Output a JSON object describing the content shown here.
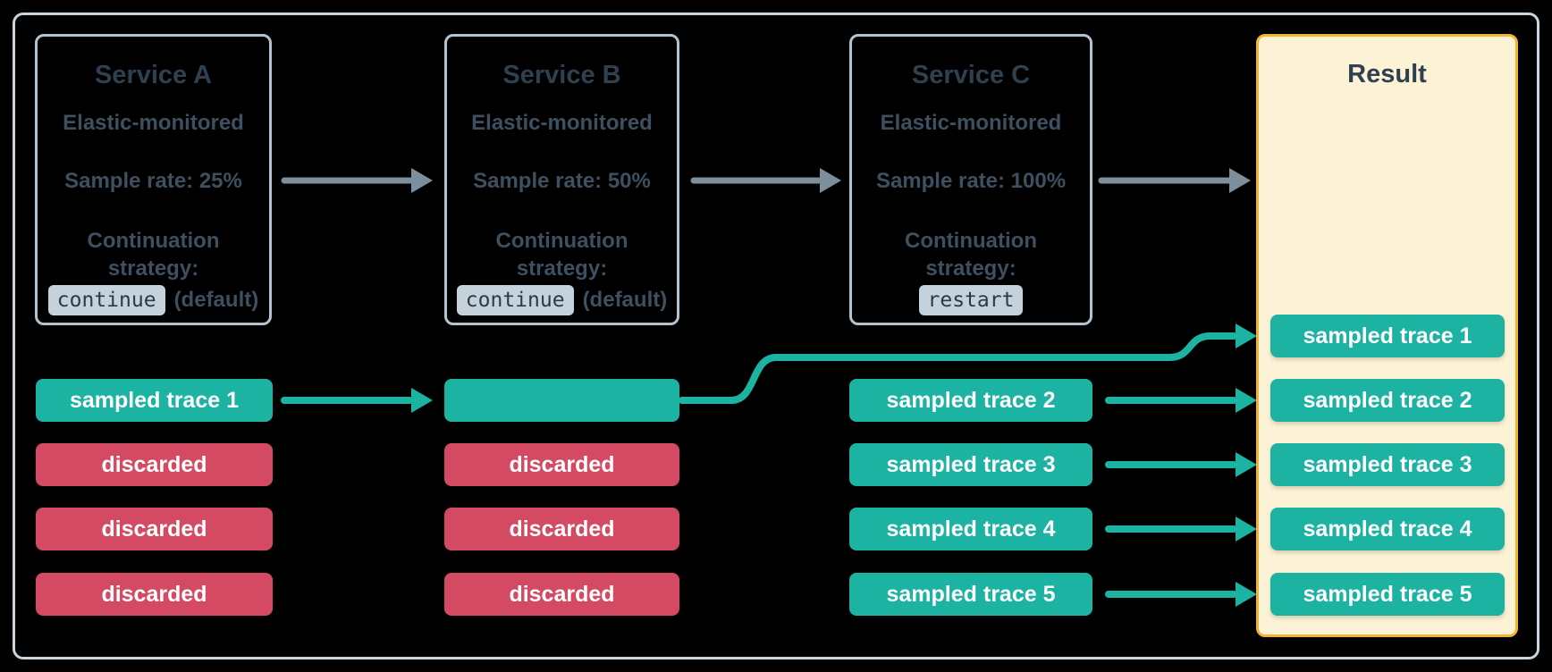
{
  "services": [
    {
      "name": "Service A",
      "monitoring": "Elastic-monitored",
      "sample_rate": "Sample rate: 25%",
      "continuation_label": "Continuation strategy:",
      "strategy_code": "continue",
      "strategy_suffix": "(default)"
    },
    {
      "name": "Service B",
      "monitoring": "Elastic-monitored",
      "sample_rate": "Sample rate: 50%",
      "continuation_label": "Continuation strategy:",
      "strategy_code": "continue",
      "strategy_suffix": "(default)"
    },
    {
      "name": "Service C",
      "monitoring": "Elastic-monitored",
      "sample_rate": "Sample rate: 100%",
      "continuation_label": "Continuation strategy:",
      "strategy_code": "restart",
      "strategy_suffix": ""
    }
  ],
  "columns": {
    "service_a": [
      "sampled trace 1",
      "discarded",
      "discarded",
      "discarded"
    ],
    "service_b": [
      "",
      "discarded",
      "discarded",
      "discarded"
    ],
    "service_c": [
      "sampled trace 2",
      "sampled trace 3",
      "sampled trace 4",
      "sampled trace 5"
    ]
  },
  "result": {
    "title": "Result",
    "pills": [
      "sampled trace 1",
      "sampled trace 2",
      "sampled trace 3",
      "sampled trace 4",
      "sampled trace 5"
    ]
  },
  "colors": {
    "sampled_teal": "#1db3a2",
    "discarded_red": "#d54a63",
    "result_fill": "#fcf3d7",
    "result_border": "#f2b32e",
    "title_text": "#2f4050",
    "body_text": "#3e5060",
    "service_box_border": "#b3c3d0",
    "outer_frame_border": "#c9d5df",
    "flow_arrow_gray": "#7d8e9c",
    "chip_background": "#c5d2dc",
    "pill_text": "#ffffff",
    "background": "#000000"
  }
}
